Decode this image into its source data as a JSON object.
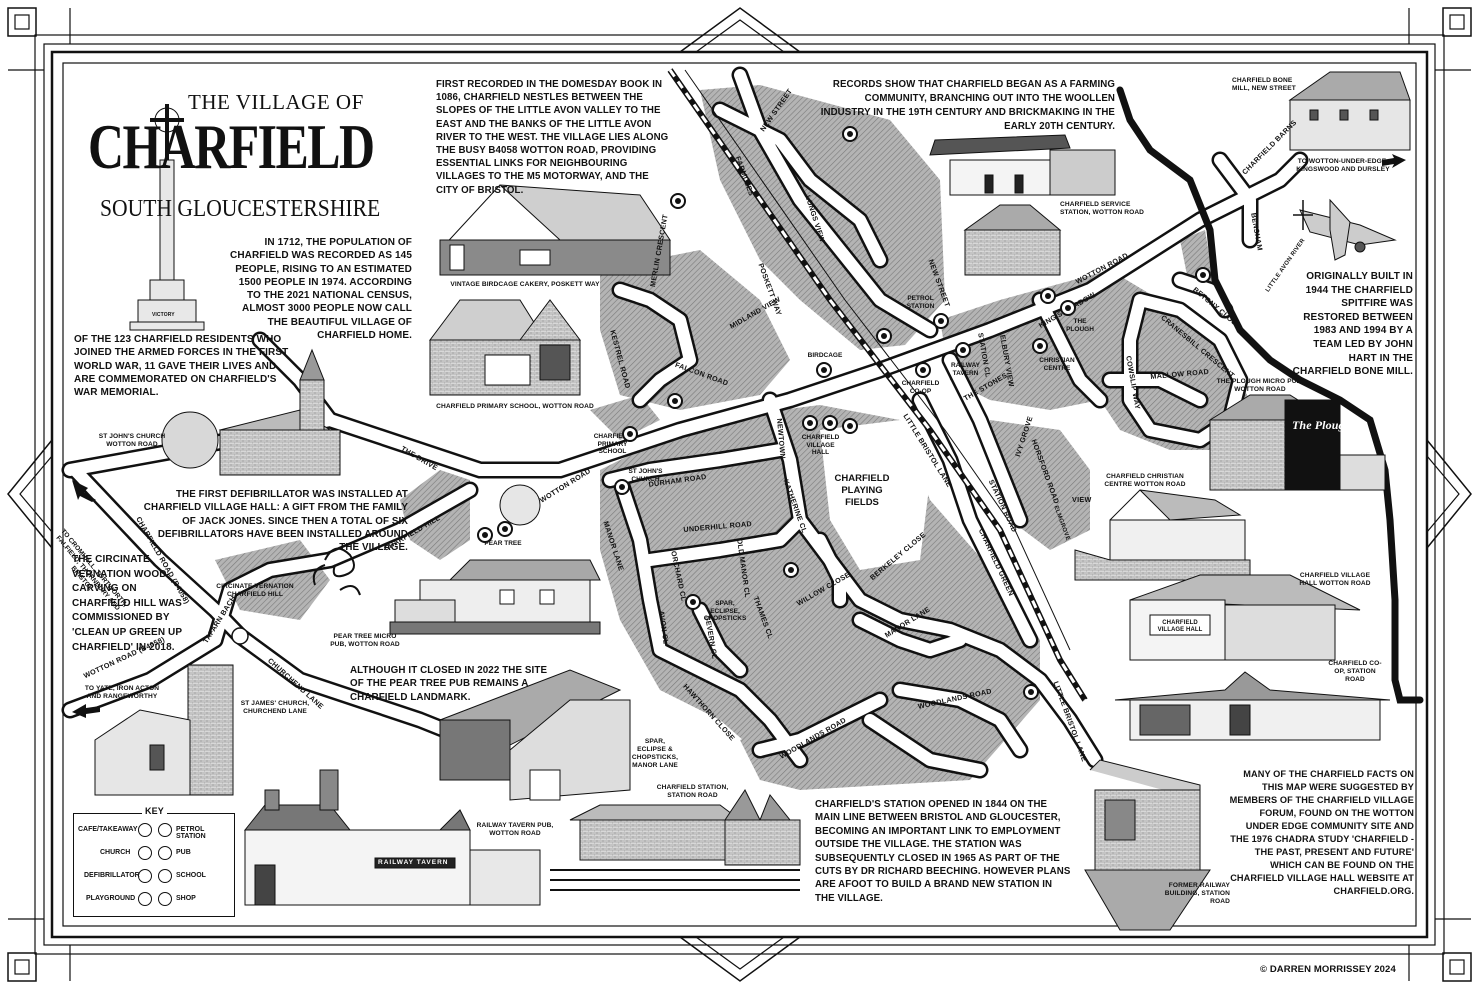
{
  "title": {
    "line1": "THE VILLAGE OF",
    "line2": "CHARFIELD",
    "line3": "SOUTH GLOUCESTERSHIRE"
  },
  "texts": {
    "population": "IN 1712, THE POPULATION OF CHARFIELD WAS RECORDED AS 145 PEOPLE, RISING TO AN ESTIMATED 1500 PEOPLE IN 1974. ACCORDING TO THE 2021 NATIONAL CENSUS, ALMOST 3000 PEOPLE NOW CALL THE BEAUTIFUL VILLAGE OF CHARFIELD HOME.",
    "war_memorial": "OF THE 123 CHARFIELD RESIDENTS WHO JOINED THE ARMED FORCES IN THE FIRST WORLD WAR, 11 GAVE THEIR LIVES AND ARE COMMEMORATED ON CHARFIELD'S WAR MEMORIAL.",
    "domesday": "FIRST RECORDED IN THE DOMESDAY BOOK IN 1086, CHARFIELD NESTLES BETWEEN THE SLOPES OF THE LITTLE AVON VALLEY TO THE EAST AND THE BANKS OF THE LITTLE AVON RIVER TO THE WEST. THE VILLAGE LIES ALONG THE BUSY B4058 WOTTON ROAD, PROVIDING ESSENTIAL LINKS FOR NEIGHBOURING VILLAGES TO THE M5 MOTORWAY, AND THE CITY OF BRISTOL.",
    "farming": "RECORDS SHOW THAT CHARFIELD BEGAN AS A FARMING COMMUNITY, BRANCHING OUT INTO THE WOOLLEN INDUSTRY IN THE 19TH CENTURY AND BRICKMAKING IN THE EARLY 20TH CENTURY.",
    "spitfire": "ORIGINALLY BUILT IN 1944 THE CHARFIELD SPITFIRE WAS RESTORED BETWEEN 1983 AND 1994 BY A TEAM LED BY JOHN HART IN THE CHARFIELD BONE MILL.",
    "defibrillator": "THE FIRST DEFIBRILLATOR WAS INSTALLED AT CHARFIELD VILLAGE HALL: A GIFT FROM THE FAMILY OF JACK JONES. SINCE THEN A TOTAL OF SIX DEFIBRILLATORS HAVE BEEN INSTALLED AROUND THE VILLAGE.",
    "circinate": "THE CIRCINATE VERNATION WOOD-CARVING ON CHARFIELD HILL WAS COMMISSIONED BY 'CLEAN UP GREEN UP CHARFIELD' IN 2018.",
    "pear_tree": "ALTHOUGH IT CLOSED IN 2022 THE SITE OF THE PEAR TREE PUB REMAINS A CHARFIELD LANDMARK.",
    "station": "CHARFIELD'S STATION OPENED IN 1844 ON THE MAIN LINE BETWEEN BRISTOL AND GLOUCESTER, BECOMING AN IMPORTANT LINK TO EMPLOYMENT OUTSIDE THE VILLAGE. THE STATION WAS SUBSEQUENTLY CLOSED IN 1965 AS PART OF THE CUTS BY DR RICHARD BEECHING. HOWEVER PLANS ARE AFOOT TO BUILD A BRAND NEW STATION IN THE VILLAGE.",
    "facts": "MANY OF THE CHARFIELD FACTS ON THIS MAP WERE SUGGESTED BY MEMBERS OF THE CHARFIELD VILLAGE FORUM, FOUND ON THE WOTTON UNDER EDGE COMMUNITY SITE AND THE 1976 CHADRA STUDY 'CHARFIELD - THE PAST, PRESENT AND FUTURE' WHICH CAN BE FOUND ON THE CHARFIELD VILLAGE HALL WEBSITE AT CHARFIELD.ORG.",
    "copyright": "© DARREN MORRISSEY 2024"
  },
  "captions": {
    "bakery": "VINTAGE BIRDCAGE CAKERY, POSKETT WAY",
    "school": "CHARFIELD PRIMARY SCHOOL, WOTTON ROAD",
    "st_johns": "ST JOHN'S CHURCH WOTTON ROAD",
    "circinate": "CIRCINATE VERNATION CHARFIELD HILL",
    "pear_tree": "PEAR TREE MICRO PUB, WOTTON ROAD",
    "st_james": "ST JAMES' CHURCH, CHURCHEND LANE",
    "spar": "SPAR, ECLIPSE & CHOPSTICKS, MANOR LANE",
    "railway_tavern": "RAILWAY TAVERN PUB, WOTTON ROAD",
    "station": "CHARFIELD STATION, STATION ROAD",
    "railway_building": "FORMER RAILWAY BUILDING, STATION ROAD",
    "service_station": "CHARFIELD SERVICE STATION, WOTTON ROAD",
    "bone_mill": "CHARFIELD BONE MILL, NEW STREET",
    "plough": "THE PLOUGH MICRO PUB, WOTTON ROAD",
    "christian_centre": "CHARFIELD CHRISTIAN CENTRE WOTTON ROAD",
    "village_hall": "CHARFIELD VILLAGE HALL WOTTON ROAD",
    "coop": "CHARFIELD CO-OP, STATION ROAD",
    "to_wotton": "TO WOTTON-UNDER-EDGE, KINGSWOOD AND DURSLEY",
    "to_cromhall": "TO CROMHALL, TORTWORTH, FALFIELD, THORNBURY AND BRISTOL",
    "to_yate": "TO YATE, IRON ACTON AND RANGEWORTHY",
    "sign_pub": "RAILWAY TAVERN",
    "sign_hall": "CHARFIELD VILLAGE HALL",
    "sign_plough": "The Plough"
  },
  "roads": {
    "new_street": "NEW STREET",
    "farmlees": "FARMLEES",
    "longs_view": "LONGS VIEW",
    "new_street2": "NEW STREET",
    "poskett_way": "POSKETT WAY",
    "merlin_crescent": "MERLIN CRESCENT",
    "kestrel_road": "KESTREL ROAD",
    "falcon_road": "FALCON ROAD",
    "midland_view": "MIDLAND VIEW",
    "wotton_road_w": "WOTTON ROAD",
    "wotton_road_e": "WOTTON ROAD",
    "wotton_road_b4058": "WOTTON ROAD (B4058)",
    "charfield_road": "CHARFIELD ROAD (B4058)",
    "the_drive": "THE DRIVE",
    "charfield_hill": "CHARFIELD HILL",
    "tafarn_bach": "TAFARN BACH",
    "churchend_lane": "CHURCHEND LANE",
    "durham_road": "DURHAM ROAD",
    "newtown": "NEWTOWN",
    "manor_lane": "MANOR LANE",
    "manor_lane2": "MANOR LANE",
    "underhill_road": "UNDERHILL ROAD",
    "orchard_cl": "ORCHARD CL",
    "old_manor_cl": "OLD MANOR CL",
    "katherine_cl": "KATHERINE CL",
    "berkeley_close": "BERKELEY CLOSE",
    "willow_close": "WILLOW CLOSE",
    "thames_cl": "THAMES CL",
    "severn_cl": "SEVERN CL",
    "avon_cl": "AVON CL",
    "hawthorn_close": "HAWTHORN CLOSE",
    "woodlands_road": "WOODLANDS ROAD",
    "woodlands_road2": "WOODLANDS ROAD",
    "little_bristol_lane": "LITTLE BRISTOL LANE",
    "little_bristol_lane2": "LITTLE BRISTOL LANE",
    "station_road": "STATION ROAD",
    "charfield_green": "CHARFIELD GREEN",
    "horsford_road": "HORSFORD ROAD",
    "ivy_grove": "IVY GROVE",
    "the_stones": "THE STONES",
    "elbury_view": "ELBURY VIEW",
    "kings_meadow": "KING'S MEADOW",
    "station_close": "STATION CL",
    "cowslip_way": "COWSLIP WAY",
    "mallow_road": "MALLOW ROAD",
    "cranesbill_crescent": "CRANESBILL CRESCENT",
    "betony_close": "BETONY CLOSE",
    "charfield_barns": "CHARFIELD BARNS",
    "bensham": "BENSHAM",
    "little_avon_river": "LITTLE AVON RIVER",
    "mill_view": "VIEW",
    "elm_grove": "ELMGROVE"
  },
  "map_labels": {
    "birdcage": "BIRDCAGE",
    "petrol_station": "PETROL STATION",
    "charfield_coop": "CHARFIELD CO-OP",
    "railway_tavern": "RAILWAY TAVERN",
    "christian_centre": "CHRISTIAN CENTRE",
    "the_plough": "THE PLOUGH",
    "charfield_village_hall": "CHARFIELD VILLAGE HALL",
    "charfield_playing_fields": "CHARFIELD PLAYING FIELDS",
    "primary_school": "CHARFIELD PRIMARY SCHOOL",
    "st_johns_church": "ST JOHN'S CHURCH",
    "pear_tree": "PEAR TREE",
    "spar": "SPAR, ECLIPSE, CHOPSTICKS"
  },
  "key": {
    "heading": "KEY",
    "items": [
      {
        "label": "CAFE/TAKEAWAY",
        "icon": "cutlery-icon"
      },
      {
        "label": "PETROL STATION",
        "icon": "fuel-pump-icon"
      },
      {
        "label": "CHURCH",
        "icon": "church-icon"
      },
      {
        "label": "PUB",
        "icon": "beer-icon"
      },
      {
        "label": "DEFIBRILLATOR",
        "icon": "heart-icon"
      },
      {
        "label": "SCHOOL",
        "icon": "school-icon"
      },
      {
        "label": "PLAYGROUND",
        "icon": "swing-icon"
      },
      {
        "label": "SHOP",
        "icon": "basket-icon"
      }
    ]
  },
  "memorial_inscription": "VICTORY",
  "colors": {
    "ink": "#111111",
    "paper": "#ffffff",
    "estate": "#9a9a9a"
  }
}
